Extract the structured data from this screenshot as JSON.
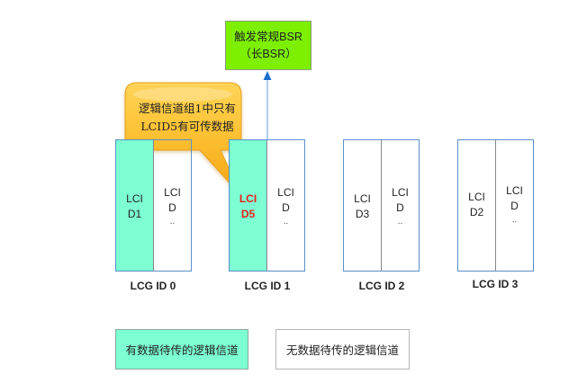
{
  "bsr_box": {
    "line1": "触发常规BSR",
    "line2": "（长BSR）",
    "color": "#7cf000"
  },
  "callout": {
    "line1": "逻辑信道组1中只有",
    "line2": "LCID5有可传数据",
    "color": "#fbb828"
  },
  "lcgs": [
    {
      "label": "LCG ID 0",
      "left": {
        "l1": "LCI",
        "l2": "D1",
        "has_data": true,
        "highlight": false
      },
      "right": {
        "l1": "LCI",
        "l2": "D",
        "l3": "..",
        "has_data": false
      }
    },
    {
      "label": "LCG ID 1",
      "left": {
        "l1": "LCI",
        "l2": "D5",
        "has_data": true,
        "highlight": true
      },
      "right": {
        "l1": "LCI",
        "l2": "D",
        "l3": "..",
        "has_data": false
      }
    },
    {
      "label": "LCG ID 2",
      "left": {
        "l1": "LCI",
        "l2": "D3",
        "has_data": false,
        "highlight": false
      },
      "right": {
        "l1": "LCI",
        "l2": "D",
        "l3": "..",
        "has_data": false
      }
    },
    {
      "label": "LCG ID 3",
      "left": {
        "l1": "LCI",
        "l2": "D2",
        "has_data": false,
        "highlight": false
      },
      "right": {
        "l1": "LCI",
        "l2": "D",
        "l3": "..",
        "has_data": false
      }
    }
  ],
  "legend": {
    "with_data": "有数据待传的逻辑信道",
    "without_data": "无数据待传的逻辑信道",
    "with_data_color": "#7dffd3",
    "highlight_color": "#e8201a",
    "border_color": "#5b8fc9"
  }
}
